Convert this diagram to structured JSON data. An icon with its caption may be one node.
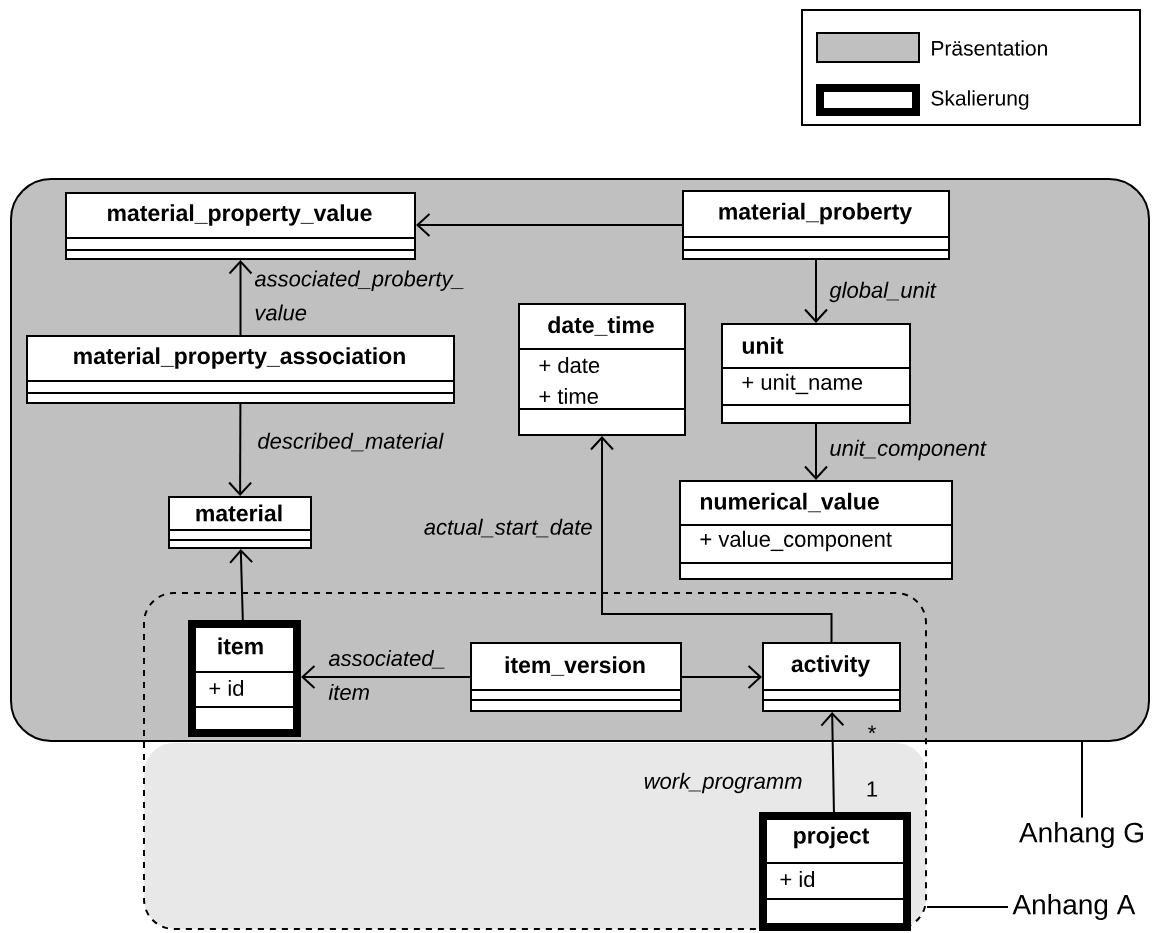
{
  "diagram": {
    "nodes": [
      {
        "text": [],
        "shape": "box"
      },
      {
        "text": [],
        "shape": "box"
      },
      {
        "text": [
          "material_property_value"
        ],
        "in": 0
      },
      {
        "text": [
          "material_proberty"
        ],
        "in": 0
      },
      {
        "text": [
          "material_property_association"
        ],
        "in": 0
      },
      {
        "text": [
          "date_time",
          "+ date",
          "+ time"
        ],
        "in": 0
      },
      {
        "text": [
          "unit",
          "+ unit_name"
        ],
        "in": 0
      },
      {
        "text": [
          "material"
        ],
        "in": 0
      },
      {
        "text": [
          "numerical_value",
          "+ value_component"
        ],
        "in": 0
      },
      {
        "text": [
          "item",
          "+ id"
        ]
      },
      {
        "text": [
          "item_version"
        ]
      },
      {
        "text": [
          "activity"
        ]
      },
      {
        "text": [
          "project",
          "+ id"
        ],
        "in": 1
      },
      {
        "text": [
          "Anhang G"
        ]
      },
      {
        "text": [
          "Anhang A"
        ]
      }
    ],
    "edges": [
      {
        "from": 3,
        "to": 2,
        "arrow": "to"
      },
      {
        "from": 4,
        "to": 2,
        "arrow": "to",
        "label": "associated_proberty_ value"
      },
      {
        "from": 4,
        "to": 7,
        "arrow": "to",
        "label": "described_material"
      },
      {
        "from": 3,
        "to": 6,
        "arrow": "to",
        "label": "global_unit"
      },
      {
        "from": 6,
        "to": 8,
        "arrow": "to",
        "label": "unit_component"
      },
      {
        "from": 9,
        "to": 7,
        "arrow": "to"
      },
      {
        "from": 10,
        "to": 9,
        "arrow": "to",
        "label": "associated_ item"
      },
      {
        "from": 10,
        "to": 11,
        "arrow": "to"
      },
      {
        "from": 11,
        "to": 5,
        "arrow": "to",
        "label": "actual_start_date"
      },
      {
        "from": 12,
        "to": 11,
        "arrow": "to",
        "label": "work_programm"
      },
      {
        "from": 13,
        "to": 0,
        "arrow": "none"
      },
      {
        "from": 14,
        "to": 1,
        "arrow": "none"
      }
    ],
    "labels": [
      "*",
      "1"
    ],
    "legend": [
      {
        "text": "Präsentation",
        "color": "#c0c0c0"
      },
      {
        "text": "Skalierung"
      }
    ]
  }
}
